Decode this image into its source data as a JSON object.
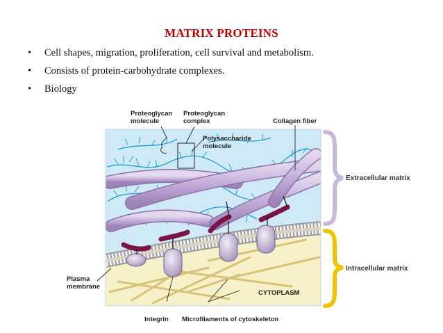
{
  "slide": {
    "title": "MATRIX PROTEINS",
    "bullets": [
      "Cell shapes, migration, proliferation, cell survival and metabolism.",
      "Consists of protein-carbohydrate complexes.",
      "Biology"
    ]
  },
  "figure": {
    "labels": {
      "proteoglycan_molecule_1": "Proteoglycan",
      "proteoglycan_molecule_2": "molecule",
      "proteoglycan_complex_1": "Proteoglycan",
      "proteoglycan_complex_2": "complex",
      "polysaccharide_1": "Polysaccharide",
      "polysaccharide_2": "molecule",
      "collagen_fiber": "Collagen fiber",
      "extracellular_matrix": "Extracellular matrix",
      "intracellular_matrix": "Intracellular matrix",
      "plasma_membrane_1": "Plasma",
      "plasma_membrane_2": "membrane",
      "cytoplasm": "CYTOPLASM",
      "integrin": "Integrin",
      "microfilaments": "Microfilaments of cytoskeleton"
    },
    "colors": {
      "title": "#c00000",
      "extracellular_bg": "#cfe9f7",
      "cytoplasm_bg": "#f7f1c9",
      "brace_extracellular": "#c9b8dc",
      "brace_intracellular": "#f0c400",
      "collagen": "#c8b2d8",
      "proteoglycan": "#1f9fd0",
      "fibronectin": "#7a1446",
      "integrin": "#d9cfe3",
      "microfilament": "#d8c27a"
    }
  }
}
